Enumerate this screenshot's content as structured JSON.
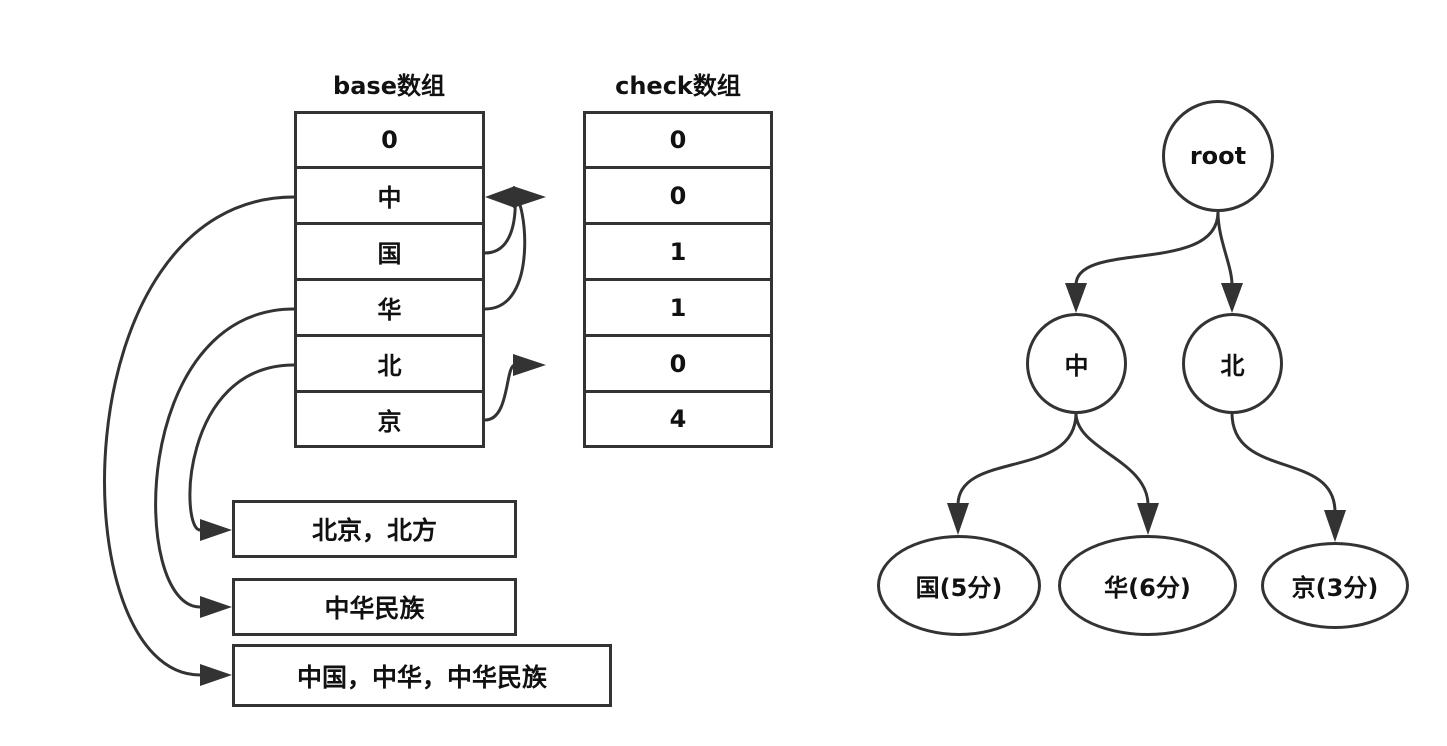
{
  "base_array": {
    "title": "base数组",
    "cells": [
      "0",
      "中",
      "国",
      "华",
      "北",
      "京"
    ]
  },
  "check_array": {
    "title": "check数组",
    "cells": [
      "0",
      "0",
      "1",
      "1",
      "0",
      "4"
    ]
  },
  "results": [
    "北京，北方",
    "中华民族",
    "中国，中华，中华民族"
  ],
  "tree": {
    "root": "root",
    "level1": [
      "中",
      "北"
    ],
    "leaves": [
      "国(5分)",
      "华(6分)",
      "京(3分)"
    ]
  }
}
